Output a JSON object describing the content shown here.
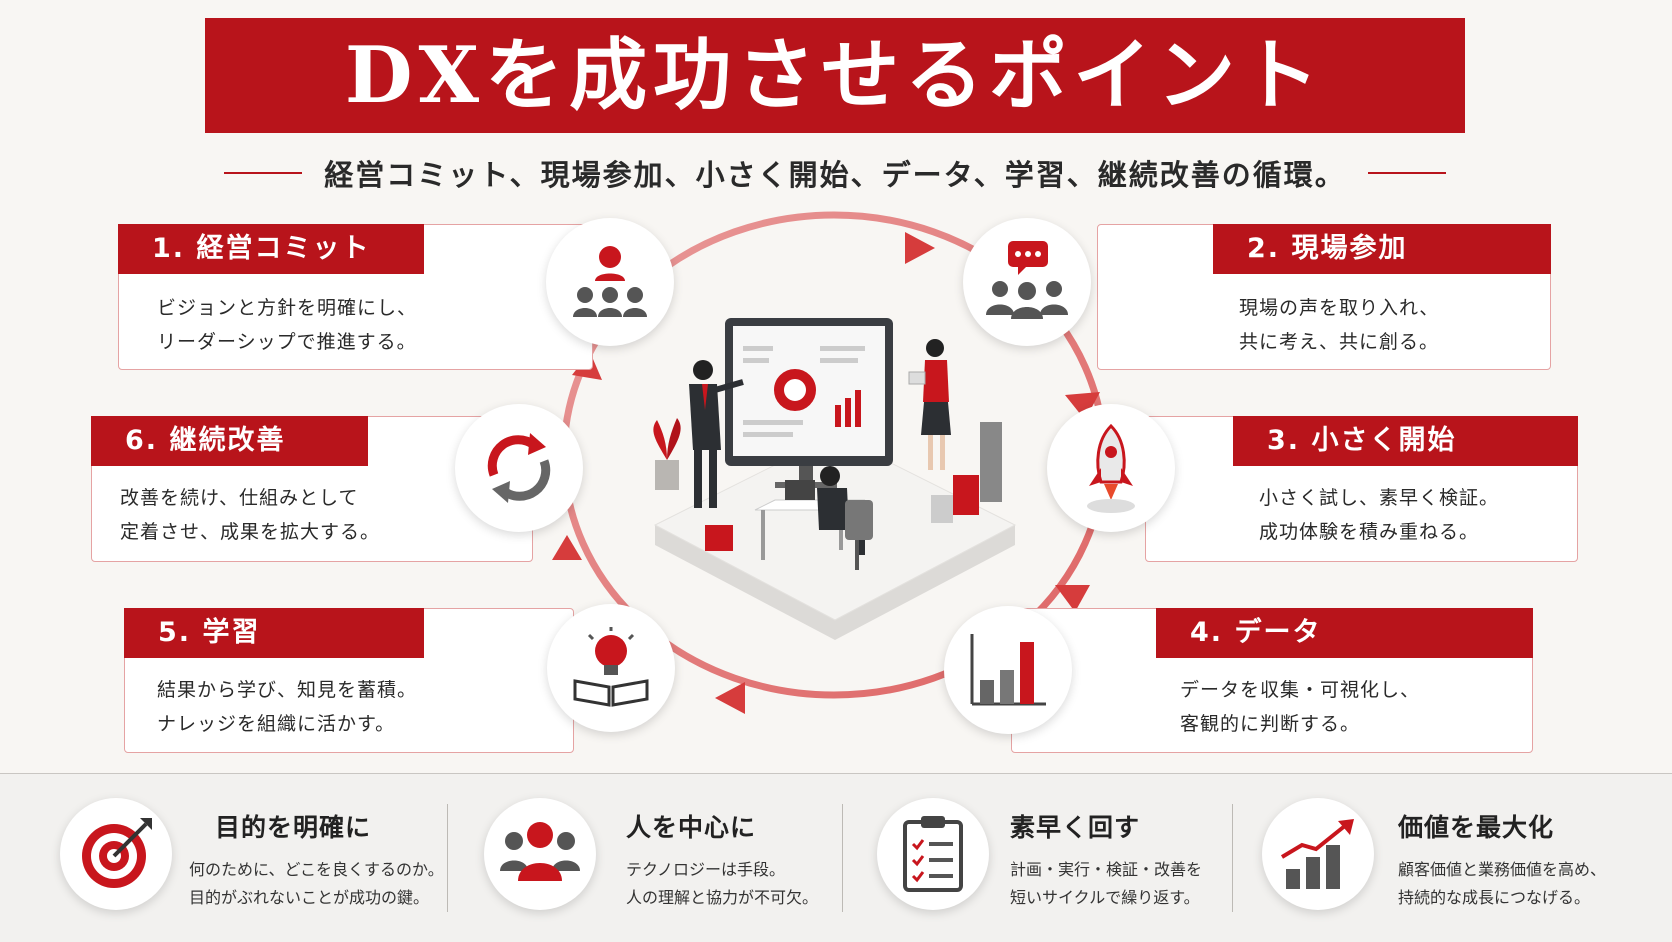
{
  "title": "DXを成功させるポイント",
  "subtitle": "経営コミット、現場参加、小さく開始、データ、学習、継続改善の循環。",
  "points": [
    {
      "label": "1. 経営コミット",
      "line1": "ビジョンと方針を明確にし、",
      "line2": "リーダーシップで推進する。",
      "icon": "leader-team-icon"
    },
    {
      "label": "2. 現場参加",
      "line1": "現場の声を取り入れ、",
      "line2": "共に考え、共に創る。",
      "icon": "group-chat-icon"
    },
    {
      "label": "3. 小さく開始",
      "line1": "小さく試し、素早く検証。",
      "line2": "成功体験を積み重ねる。",
      "icon": "rocket-icon"
    },
    {
      "label": "4. データ",
      "line1": "データを収集・可視化し、",
      "line2": "客観的に判断する。",
      "icon": "bar-chart-icon"
    },
    {
      "label": "5. 学習",
      "line1": "結果から学び、知見を蓄積。",
      "line2": "ナレッジを組織に活かす。",
      "icon": "lightbulb-book-icon"
    },
    {
      "label": "6. 継続改善",
      "line1": "改善を続け、仕組みとして",
      "line2": "定着させ、成果を拡大する。",
      "icon": "cycle-arrows-icon"
    }
  ],
  "principles": [
    {
      "title": "目的を明確に",
      "line1": "何のために、どこを良くするのか。",
      "line2": "目的がぶれないことが成功の鍵。",
      "icon": "target-icon"
    },
    {
      "title": "人を中心に",
      "line1": "テクノロジーは手段。",
      "line2": "人の理解と協力が不可欠。",
      "icon": "people-icon"
    },
    {
      "title": "素早く回す",
      "line1": "計画・実行・検証・改善を",
      "line2": "短いサイクルで繰り返す。",
      "icon": "checklist-icon"
    },
    {
      "title": "価値を最大化",
      "line1": "顧客価値と業務価値を高め、",
      "line2": "持続的な成長につなげる。",
      "icon": "growth-chart-icon"
    }
  ],
  "colors": {
    "accent": "#b8141b",
    "gray": "#555555"
  }
}
